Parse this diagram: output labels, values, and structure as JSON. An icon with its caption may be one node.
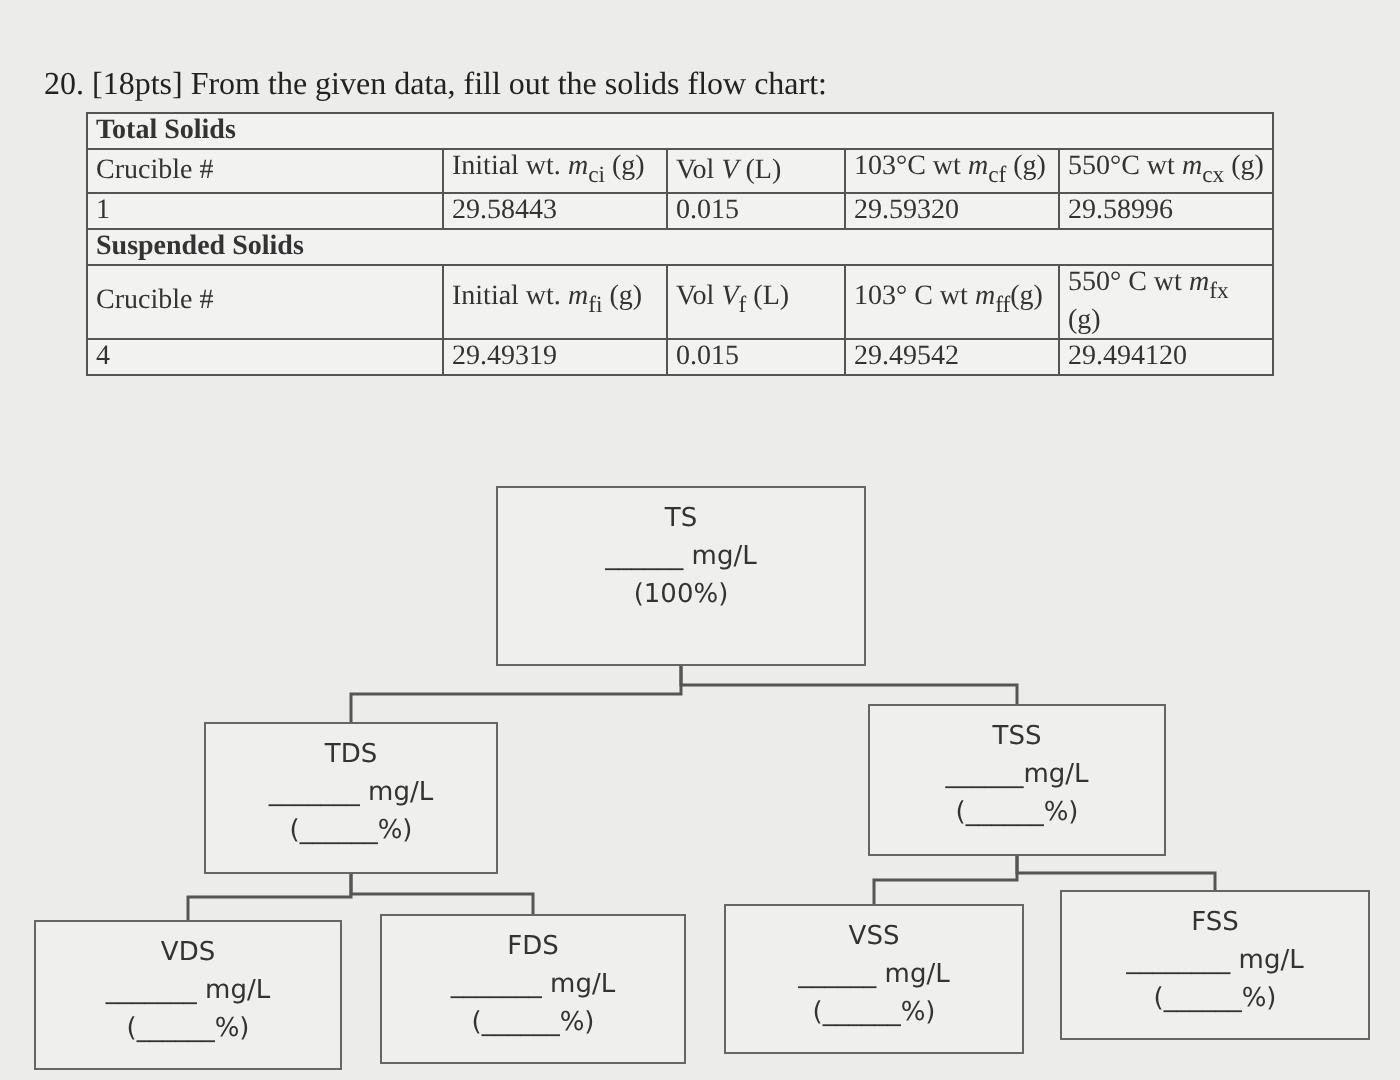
{
  "diagram": {
    "title": "20. [18pts] From the given data, fill out the solids flow chart:",
    "nodes": [
      {
        "text": [
          "TS",
          "______ mg/L",
          "(100%)"
        ]
      },
      {
        "text": [
          "TDS",
          "_______ mg/L",
          "(______%)"
        ]
      },
      {
        "text": [
          "TSS",
          "______mg/L",
          "(______%)"
        ]
      },
      {
        "text": [
          "VDS",
          "_______ mg/L",
          "(______%)"
        ]
      },
      {
        "text": [
          "FDS",
          "_______ mg/L",
          "(______%)"
        ]
      },
      {
        "text": [
          "VSS",
          "______ mg/L",
          "(______%)"
        ]
      },
      {
        "text": [
          "FSS",
          "________ mg/L",
          "(______%)"
        ]
      }
    ],
    "edges": [
      {
        "from": 0,
        "to": 1,
        "arrow": "none"
      },
      {
        "from": 0,
        "to": 2,
        "arrow": "none"
      },
      {
        "from": 1,
        "to": 3,
        "arrow": "none"
      },
      {
        "from": 1,
        "to": 4,
        "arrow": "none"
      },
      {
        "from": 2,
        "to": 5,
        "arrow": "none"
      },
      {
        "from": 2,
        "to": 6,
        "arrow": "none"
      }
    ],
    "labels": [
      "Total Solids",
      "Crucible #",
      "Initial wt. *m*$_{ci}$ (g)",
      "Vol *V* (L)",
      "103°C wt *m*$_{cf}$ (g)",
      "550°C wt *m*$_{cx}$ (g)",
      "1",
      "29.58443",
      "0.015",
      "29.59320",
      "29.58996",
      "Suspended Solids",
      "Crucible #",
      "Initial wt. *m*$_{fi}$ (g)",
      "Vol *V*$_{f}$ (L)",
      "103° C wt *m*$_{ff}$(g)",
      "550° C wt *m*$_{fx}$ (g)",
      "4",
      "29.49319",
      "0.015",
      "29.49542",
      "29.494120"
    ]
  }
}
